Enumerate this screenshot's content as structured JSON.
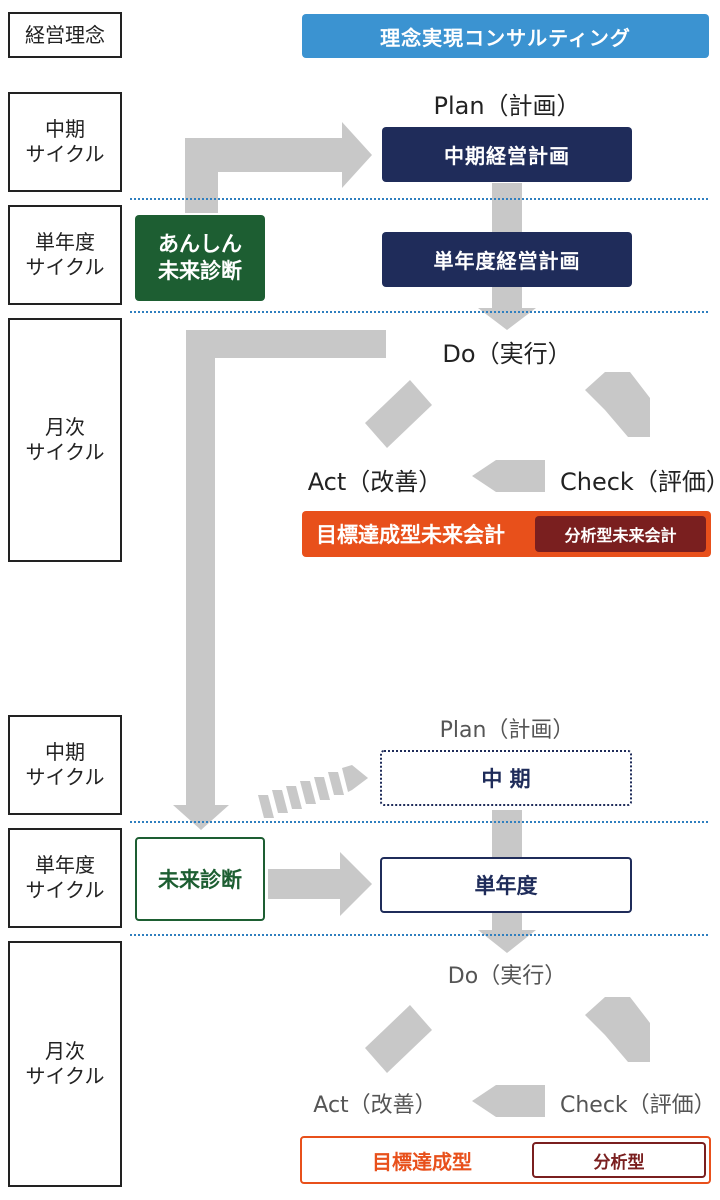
{
  "labels": {
    "keiei_rinen": "経営理念",
    "chuki_cycle": "中期\nサイクル",
    "tannendo_cycle": "単年度\nサイクル",
    "getsuji_cycle": "月次\nサイクル"
  },
  "top": {
    "consulting_banner": "理念実現コンサルティング",
    "plan": "Plan（計画）",
    "chuki_plan": "中期経営計画",
    "tannendo_plan": "単年度経営計画",
    "anshin": "あんしん\n未来診断",
    "do": "Do（実行）",
    "act": "Act（改善）",
    "check": "Check（評価）",
    "mokuhyo_full": "目標達成型未来会計",
    "bunseki_full": "分析型未来会計"
  },
  "bottom": {
    "plan": "Plan（計画）",
    "chuki": "中 期",
    "tannendo": "単年度",
    "mirai": "未来診断",
    "do": "Do（実行）",
    "act": "Act（改善）",
    "check": "Check（評価）",
    "mokuhyo": "目標達成型",
    "bunseki": "分析型"
  },
  "colors": {
    "navy": "#1f2c5a",
    "green": "#1d5e32",
    "orange": "#e8501b",
    "maroon": "#7a1f1f",
    "blue_banner": "#3b93d1",
    "arrow_gray": "#c8c8c8",
    "divider_blue": "#2f7fbf"
  }
}
